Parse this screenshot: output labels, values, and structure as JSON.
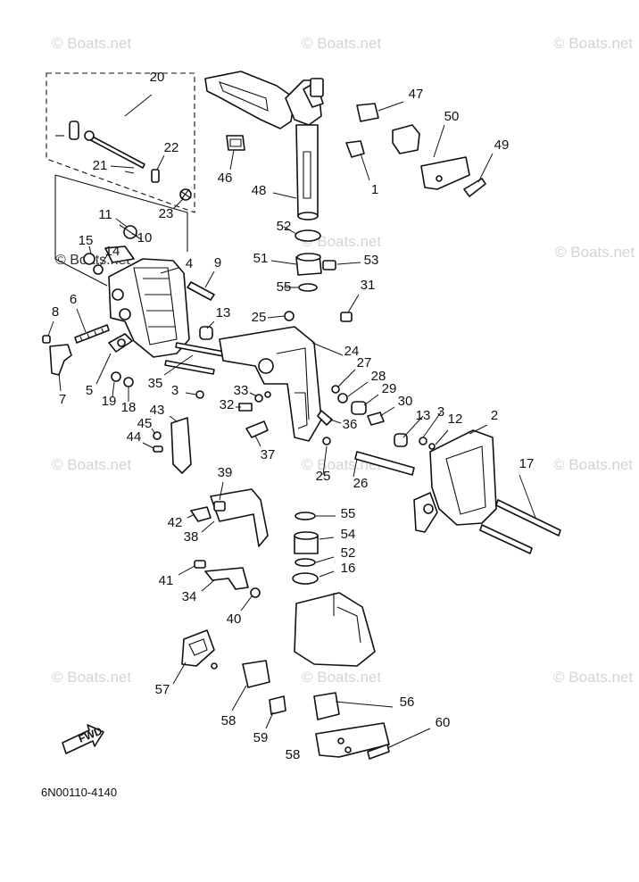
{
  "diagram_code": "6N00110-4140",
  "watermark": "© Boats.net",
  "fwd_label": "FWD",
  "callouts": [
    "20",
    "22",
    "21",
    "23",
    "11",
    "10",
    "15",
    "14",
    "4",
    "9",
    "6",
    "8",
    "7",
    "5",
    "19",
    "18",
    "35",
    "13",
    "25",
    "31",
    "24",
    "27",
    "28",
    "29",
    "30",
    "3",
    "33",
    "32",
    "36",
    "43",
    "45",
    "44",
    "37",
    "39",
    "42",
    "38",
    "41",
    "34",
    "40",
    "57",
    "58",
    "59",
    "56",
    "60",
    "55",
    "54",
    "52",
    "16",
    "26",
    "53",
    "51",
    "46",
    "48",
    "47",
    "50",
    "49",
    "1",
    "2",
    "12",
    "17"
  ]
}
